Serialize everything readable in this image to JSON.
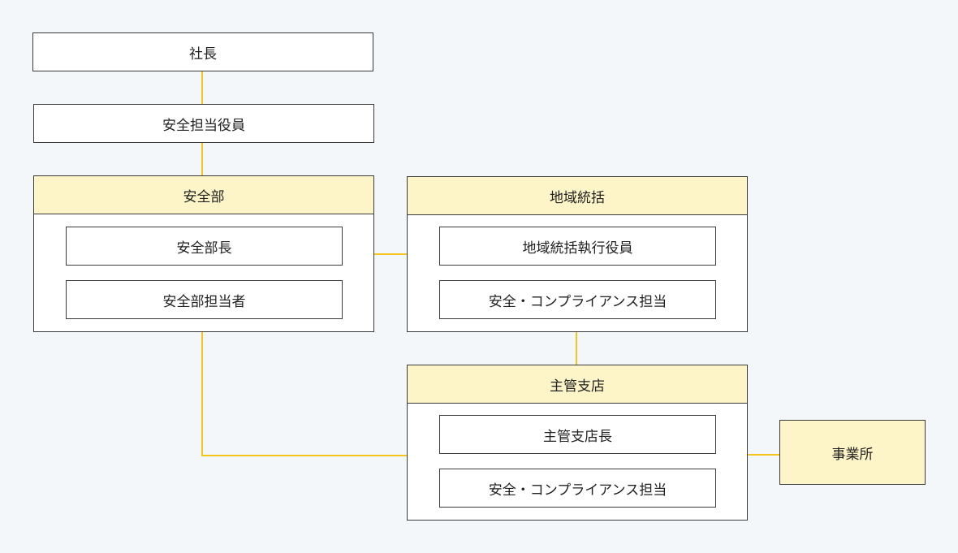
{
  "colors": {
    "background": "#f4f7fa",
    "header_fill": "#fdf5c8",
    "connector": "#f5c518",
    "border": "#3a3a3a"
  },
  "president": "社長",
  "safety_officer": "安全担当役員",
  "safety_dept": {
    "title": "安全部",
    "members": [
      "安全部長",
      "安全部担当者"
    ]
  },
  "regional": {
    "title": "地域統括",
    "members": [
      "地域統括執行役員",
      "安全・コンプライアンス担当"
    ]
  },
  "branch": {
    "title": "主管支店",
    "members": [
      "主管支店長",
      "安全・コンプライアンス担当"
    ]
  },
  "office": "事業所"
}
